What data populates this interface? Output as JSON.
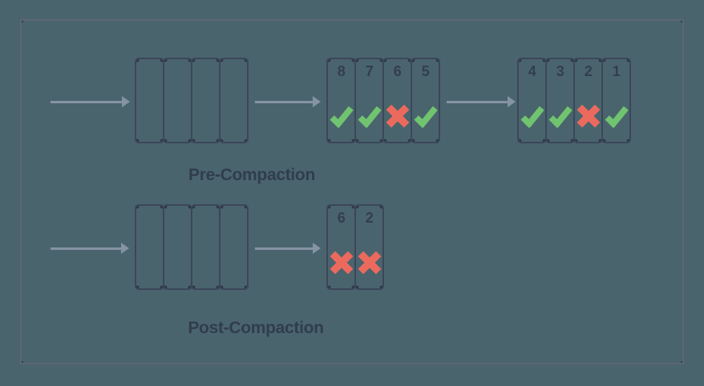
{
  "colors": {
    "background": "#4a646e",
    "frame_border": "#5b6673",
    "frame_corner_dot": "#36424f",
    "segment_border": "#3b4759",
    "segment_corner_dot": "#2d3947",
    "number_text": "#333e50",
    "label_text": "#303d4d",
    "arrow": "#8593a3",
    "check": "#71c46f",
    "cross": "#ec6a5d"
  },
  "pre": {
    "label": "Pre-Compaction",
    "boxes": [
      {
        "name": "empty-log",
        "segments": [
          {
            "label": "",
            "mark": "none"
          },
          {
            "label": "",
            "mark": "none"
          },
          {
            "label": "",
            "mark": "none"
          },
          {
            "label": "",
            "mark": "none"
          }
        ]
      },
      {
        "name": "log-offsets-8-5",
        "segments": [
          {
            "label": "8",
            "mark": "check"
          },
          {
            "label": "7",
            "mark": "check"
          },
          {
            "label": "6",
            "mark": "cross"
          },
          {
            "label": "5",
            "mark": "check"
          }
        ]
      },
      {
        "name": "log-offsets-4-1",
        "segments": [
          {
            "label": "4",
            "mark": "check"
          },
          {
            "label": "3",
            "mark": "check"
          },
          {
            "label": "2",
            "mark": "cross"
          },
          {
            "label": "1",
            "mark": "check"
          }
        ]
      }
    ]
  },
  "post": {
    "label": "Post-Compaction",
    "boxes": [
      {
        "name": "empty-log",
        "segments": [
          {
            "label": "",
            "mark": "none"
          },
          {
            "label": "",
            "mark": "none"
          },
          {
            "label": "",
            "mark": "none"
          },
          {
            "label": "",
            "mark": "none"
          }
        ]
      },
      {
        "name": "log-offsets-6-2",
        "segments": [
          {
            "label": "6",
            "mark": "cross"
          },
          {
            "label": "2",
            "mark": "cross"
          }
        ]
      }
    ]
  }
}
